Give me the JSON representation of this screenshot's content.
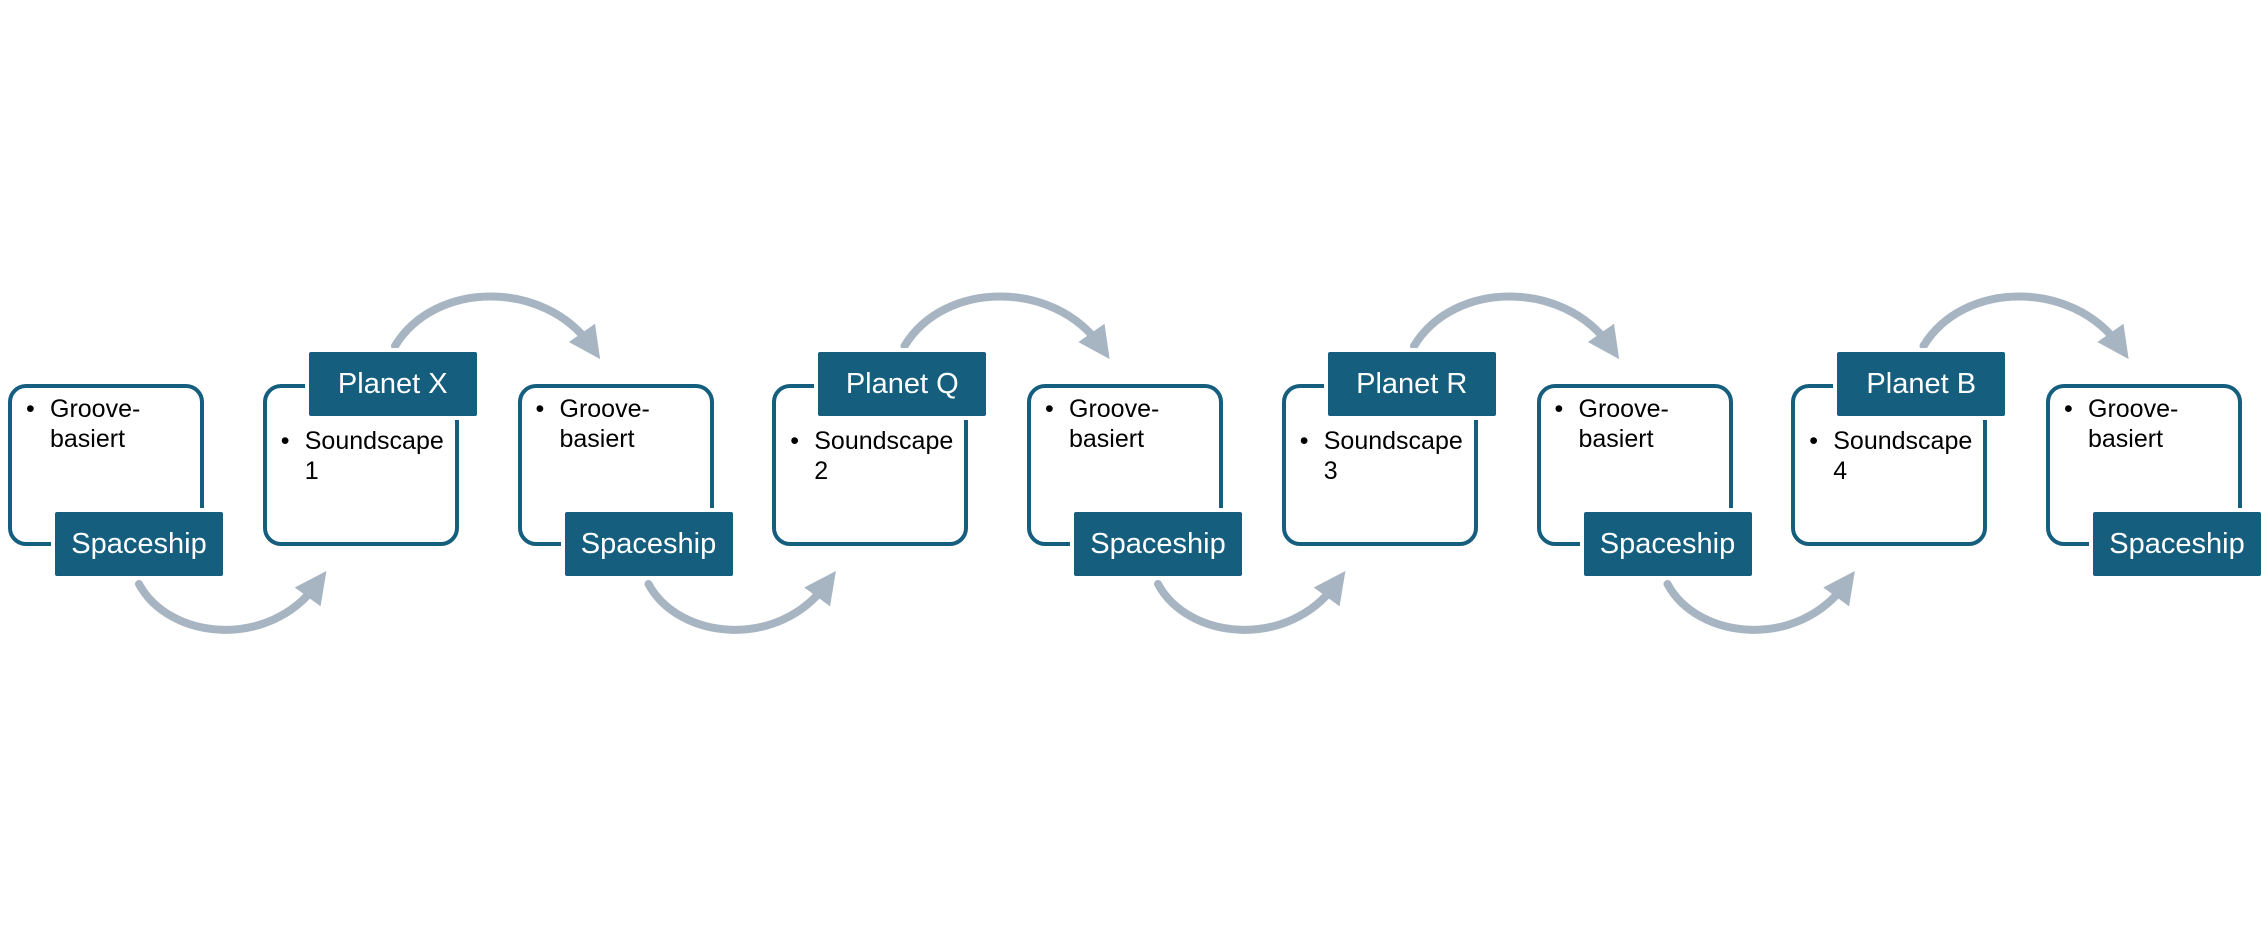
{
  "diagram": {
    "colors": {
      "primary": "#155e7e",
      "arrow": "#a7b4c2",
      "text": "#000000",
      "tag_text": "#ffffff"
    },
    "stages": [
      {
        "kind": "spaceship",
        "label": "Spaceship",
        "bullet": "Groove-basiert"
      },
      {
        "kind": "planet",
        "label": "Planet X",
        "bullet": "Soundscape 1"
      },
      {
        "kind": "spaceship",
        "label": "Spaceship",
        "bullet": "Groove-basiert"
      },
      {
        "kind": "planet",
        "label": "Planet Q",
        "bullet": "Soundscape 2"
      },
      {
        "kind": "spaceship",
        "label": "Spaceship",
        "bullet": "Groove-basiert"
      },
      {
        "kind": "planet",
        "label": "Planet R",
        "bullet": "Soundscape 3"
      },
      {
        "kind": "spaceship",
        "label": "Spaceship",
        "bullet": "Groove-basiert"
      },
      {
        "kind": "planet",
        "label": "Planet B",
        "bullet": "Soundscape 4"
      },
      {
        "kind": "spaceship",
        "label": "Spaceship",
        "bullet": "Groove-basiert"
      }
    ]
  }
}
